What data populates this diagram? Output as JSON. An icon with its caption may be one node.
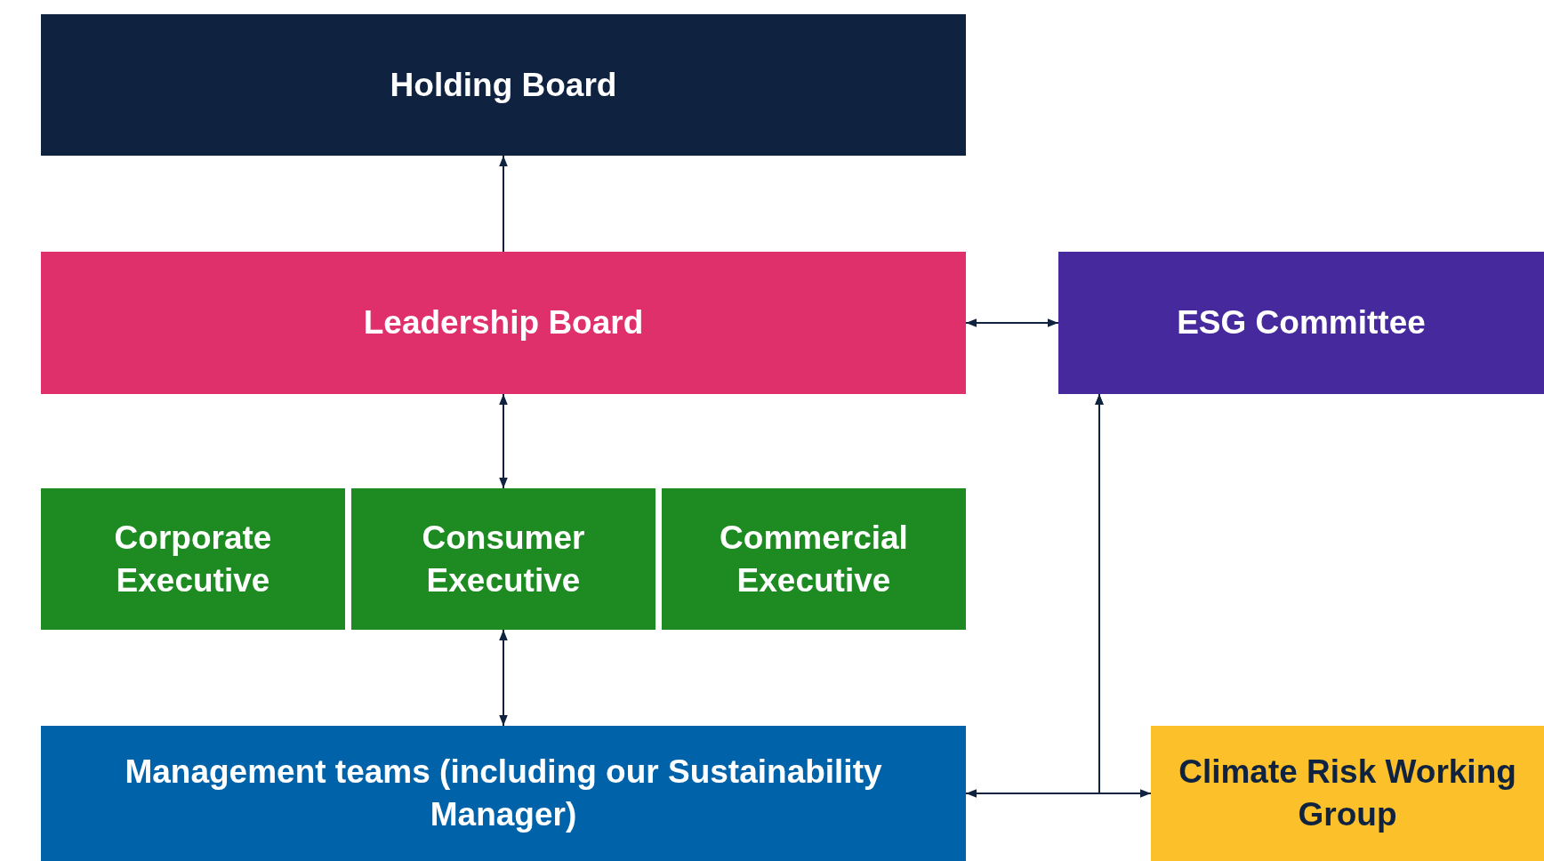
{
  "diagram": {
    "nodes": [
      {
        "text": [
          "Holding Board"
        ]
      },
      {
        "text": [
          "Leadership Board"
        ]
      },
      {
        "text": [
          "ESG Committee"
        ]
      },
      {
        "text": [
          "Corporate Executive"
        ]
      },
      {
        "text": [
          "Consumer Executive"
        ]
      },
      {
        "text": [
          "Commercial Executive"
        ]
      },
      {
        "text": [
          "Management teams (including our Sustainability Manager)"
        ]
      },
      {
        "text": [
          "Climate Risk Working Group"
        ]
      }
    ],
    "edges": [
      {
        "from": 1,
        "to": 0,
        "arrow": "to"
      },
      {
        "from": 1,
        "to": 2,
        "arrow": "both"
      },
      {
        "from": 1,
        "to": 4,
        "arrow": "both"
      },
      {
        "from": 4,
        "to": 6,
        "arrow": "both"
      },
      {
        "from": 6,
        "to": 7,
        "arrow": "both"
      },
      {
        "from": 6,
        "to": 2,
        "arrow": "to"
      },
      {
        "from": 7,
        "to": 2,
        "arrow": "to"
      }
    ]
  }
}
